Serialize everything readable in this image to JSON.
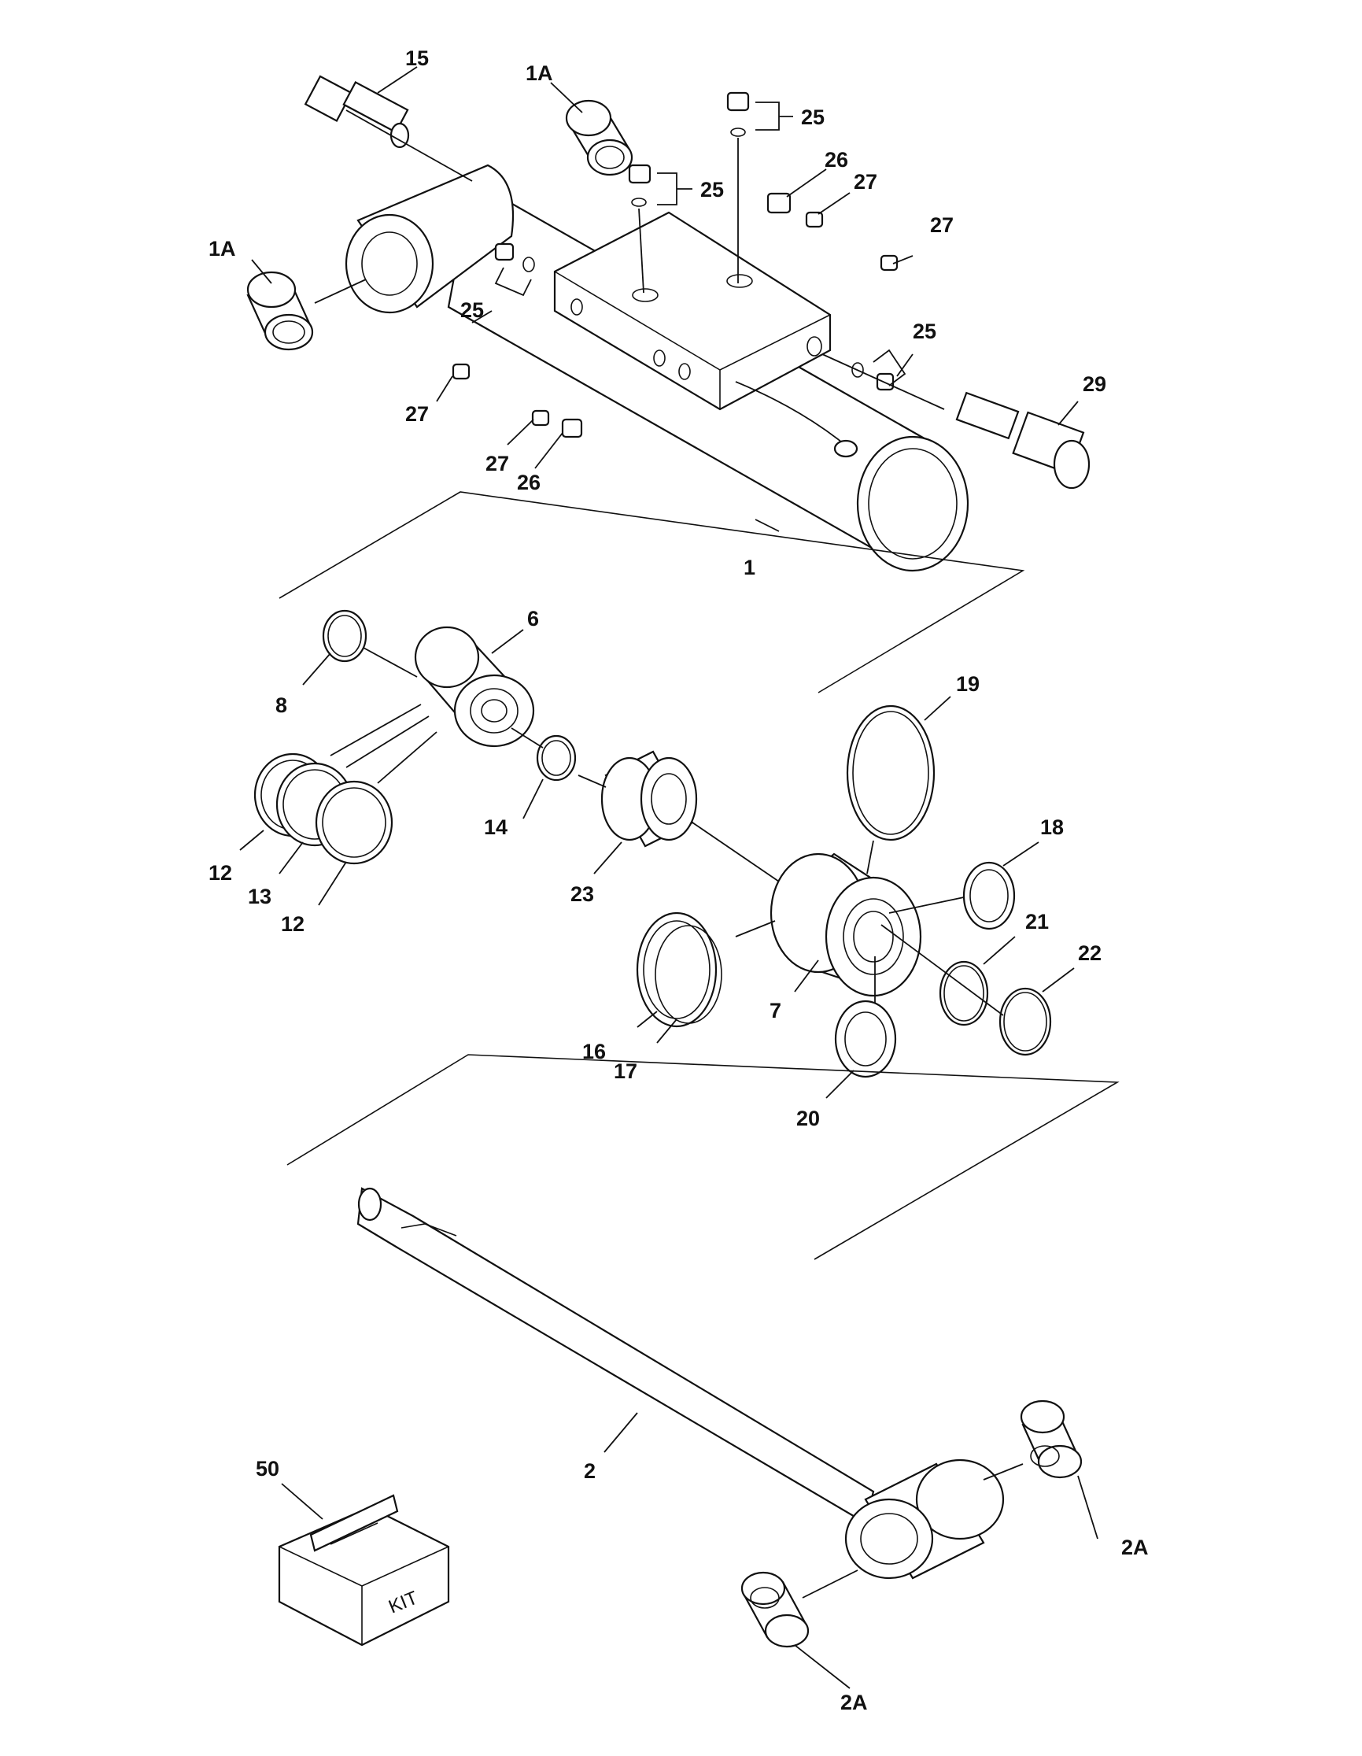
{
  "labels": {
    "p15": "15",
    "p1a_top": "1A",
    "p1a_left": "1A",
    "p25_a": "25",
    "p25_b": "25",
    "p25_c": "25",
    "p25_d": "25",
    "p26_a": "26",
    "p26_b": "26",
    "p27_a": "27",
    "p27_b": "27",
    "p27_c": "27",
    "p27_d": "27",
    "p29": "29",
    "p1": "1",
    "p6": "6",
    "p8": "8",
    "p19": "19",
    "p14": "14",
    "p12_a": "12",
    "p13": "13",
    "p12_b": "12",
    "p23": "23",
    "p18": "18",
    "p21": "21",
    "p22": "22",
    "p7": "7",
    "p16": "16",
    "p17": "17",
    "p20": "20",
    "p2": "2",
    "p50": "50",
    "p2a_right": "2A",
    "p2a_bottom": "2A",
    "kit_text": "KIT"
  }
}
